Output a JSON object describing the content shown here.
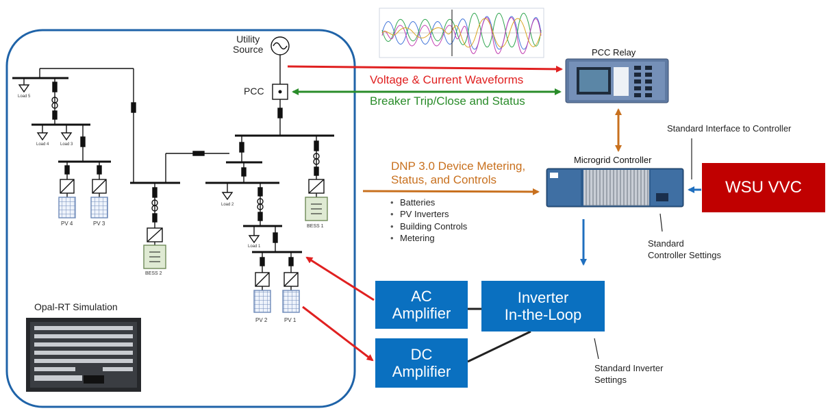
{
  "labels": {
    "utility_source_1": "Utility",
    "utility_source_2": "Source",
    "pcc": "PCC",
    "pcc_relay": "PCC Relay",
    "voltage_waveforms": "Voltage & Current Waveforms",
    "breaker_trip": "Breaker Trip/Close and Status",
    "dnp_1": "DNP 3.0 Device Metering,",
    "dnp_2": "Status, and Controls",
    "microgrid_controller": "Microgrid Controller",
    "std_interface": "Standard Interface to Controller",
    "std_ctrl_settings_1": "Standard",
    "std_ctrl_settings_2": "Controller Settings",
    "std_inv_settings_1": "Standard Inverter",
    "std_inv_settings_2": "Settings",
    "opal_rt": "Opal-RT Simulation",
    "load5": "Load 5",
    "load4": "Load 4",
    "load3": "Load 3",
    "load2": "Load 2",
    "load1": "Load 1",
    "pv4": "PV 4",
    "pv3": "PV 3",
    "pv2": "PV 2",
    "pv1": "PV 1",
    "bess1": "BESS 1",
    "bess2": "BESS 2"
  },
  "bullets": [
    "Batteries",
    "PV Inverters",
    "Building Controls",
    "Metering"
  ],
  "boxes": {
    "wsu_vvc": "WSU VVC",
    "ac_amp_1": "AC",
    "ac_amp_2": "Amplifier",
    "dc_amp_1": "DC",
    "dc_amp_2": "Amplifier",
    "inv_loop_1": "Inverter",
    "inv_loop_2": "In-the-Loop"
  },
  "colors": {
    "blue_box": "#0a70c0",
    "red_box": "#c00000",
    "red_arrow": "#e02020",
    "green_arrow": "#2a8c2a",
    "orange_arrow": "#c8701e",
    "frame_blue": "#1f63a8"
  }
}
